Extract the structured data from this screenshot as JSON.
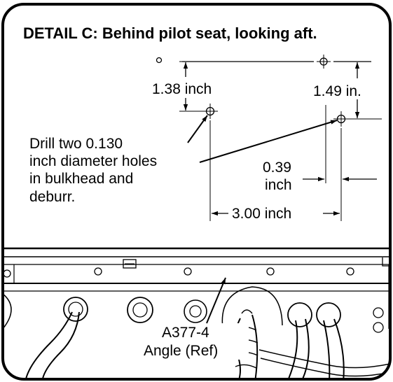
{
  "title": "DETAIL C:  Behind pilot seat, looking aft.",
  "dimensions": {
    "left_vertical": "1.38 inch",
    "right_vertical": "1.49 in.",
    "offset_line1": "0.39",
    "offset_line2": "inch",
    "horizontal": "3.00 inch"
  },
  "drill_note": {
    "line1": "Drill two 0.130",
    "line2": "inch diameter holes",
    "line3": "in bulkhead and",
    "line4": "deburr."
  },
  "part_label": {
    "line1": "A377-4",
    "line2": "Angle (Ref)"
  }
}
